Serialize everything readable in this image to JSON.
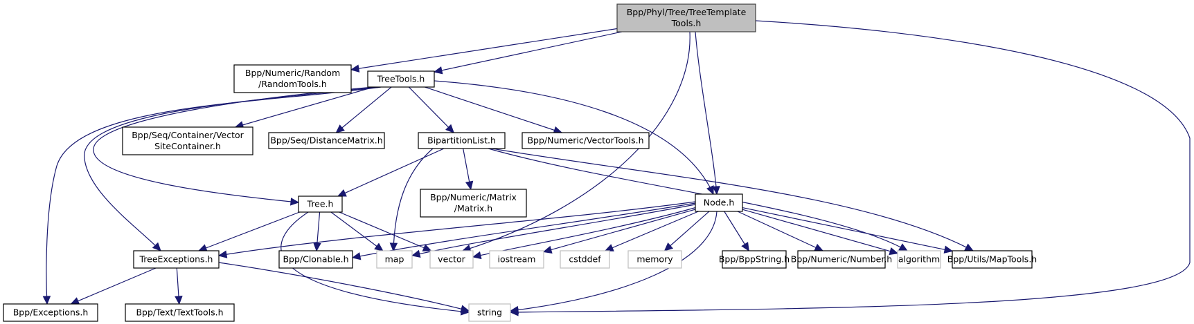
{
  "title": "Bpp/Phyl/Tree/TreeTemplateTools.h include dependency graph",
  "colors": {
    "edge": "#191970",
    "root_fill": "#bfbfbf",
    "node_border": "#000000",
    "system_node_border": "#bfbfbf"
  },
  "nodes": [
    {
      "id": "root",
      "lines": [
        "Bpp/Phyl/Tree/TreeTemplate",
        "Tools.h"
      ],
      "kind": "root"
    },
    {
      "id": "randomtools",
      "lines": [
        "Bpp/Numeric/Random",
        "/RandomTools.h"
      ],
      "kind": "file"
    },
    {
      "id": "treetools",
      "lines": [
        "TreeTools.h"
      ],
      "kind": "file"
    },
    {
      "id": "vectorsitecontainer",
      "lines": [
        "Bpp/Seq/Container/Vector",
        "SiteContainer.h"
      ],
      "kind": "file"
    },
    {
      "id": "distancematrix",
      "lines": [
        "Bpp/Seq/DistanceMatrix.h"
      ],
      "kind": "file"
    },
    {
      "id": "bipartitionlist",
      "lines": [
        "BipartitionList.h"
      ],
      "kind": "file"
    },
    {
      "id": "vectortools",
      "lines": [
        "Bpp/Numeric/VectorTools.h"
      ],
      "kind": "file"
    },
    {
      "id": "tree",
      "lines": [
        "Tree.h"
      ],
      "kind": "file"
    },
    {
      "id": "matrix",
      "lines": [
        "Bpp/Numeric/Matrix",
        "/Matrix.h"
      ],
      "kind": "file"
    },
    {
      "id": "node",
      "lines": [
        "Node.h"
      ],
      "kind": "file"
    },
    {
      "id": "treeexceptions",
      "lines": [
        "TreeExceptions.h"
      ],
      "kind": "file"
    },
    {
      "id": "clonable",
      "lines": [
        "Bpp/Clonable.h"
      ],
      "kind": "file"
    },
    {
      "id": "map",
      "lines": [
        "map"
      ],
      "kind": "system"
    },
    {
      "id": "vector",
      "lines": [
        "vector"
      ],
      "kind": "system"
    },
    {
      "id": "iostream",
      "lines": [
        "iostream"
      ],
      "kind": "system"
    },
    {
      "id": "cstddef",
      "lines": [
        "cstddef"
      ],
      "kind": "system"
    },
    {
      "id": "memory",
      "lines": [
        "memory"
      ],
      "kind": "system"
    },
    {
      "id": "bppstring",
      "lines": [
        "Bpp/BppString.h"
      ],
      "kind": "file"
    },
    {
      "id": "number",
      "lines": [
        "Bpp/Numeric/Number.h"
      ],
      "kind": "file"
    },
    {
      "id": "algorithm",
      "lines": [
        "algorithm"
      ],
      "kind": "system"
    },
    {
      "id": "maptools",
      "lines": [
        "Bpp/Utils/MapTools.h"
      ],
      "kind": "file"
    },
    {
      "id": "exceptions",
      "lines": [
        "Bpp/Exceptions.h"
      ],
      "kind": "file"
    },
    {
      "id": "texttools",
      "lines": [
        "Bpp/Text/TextTools.h"
      ],
      "kind": "file"
    },
    {
      "id": "string",
      "lines": [
        "string"
      ],
      "kind": "system"
    }
  ],
  "edges": [
    {
      "from": "root",
      "to": "randomtools"
    },
    {
      "from": "root",
      "to": "treetools"
    },
    {
      "from": "root",
      "to": "node"
    },
    {
      "from": "root",
      "to": "vector"
    },
    {
      "from": "root",
      "to": "string"
    },
    {
      "from": "treetools",
      "to": "vectorsitecontainer"
    },
    {
      "from": "treetools",
      "to": "distancematrix"
    },
    {
      "from": "treetools",
      "to": "bipartitionlist"
    },
    {
      "from": "treetools",
      "to": "vectortools"
    },
    {
      "from": "treetools",
      "to": "tree"
    },
    {
      "from": "treetools",
      "to": "node"
    },
    {
      "from": "treetools",
      "to": "treeexceptions"
    },
    {
      "from": "treetools",
      "to": "exceptions"
    },
    {
      "from": "bipartitionlist",
      "to": "tree"
    },
    {
      "from": "bipartitionlist",
      "to": "matrix"
    },
    {
      "from": "bipartitionlist",
      "to": "map"
    },
    {
      "from": "bipartitionlist",
      "to": "algorithm"
    },
    {
      "from": "bipartitionlist",
      "to": "maptools"
    },
    {
      "from": "tree",
      "to": "treeexceptions"
    },
    {
      "from": "tree",
      "to": "clonable"
    },
    {
      "from": "tree",
      "to": "map"
    },
    {
      "from": "tree",
      "to": "vector"
    },
    {
      "from": "tree",
      "to": "string"
    },
    {
      "from": "node",
      "to": "treeexceptions"
    },
    {
      "from": "node",
      "to": "clonable"
    },
    {
      "from": "node",
      "to": "map"
    },
    {
      "from": "node",
      "to": "vector"
    },
    {
      "from": "node",
      "to": "iostream"
    },
    {
      "from": "node",
      "to": "cstddef"
    },
    {
      "from": "node",
      "to": "memory"
    },
    {
      "from": "node",
      "to": "bppstring"
    },
    {
      "from": "node",
      "to": "number"
    },
    {
      "from": "node",
      "to": "algorithm"
    },
    {
      "from": "node",
      "to": "maptools"
    },
    {
      "from": "node",
      "to": "string"
    },
    {
      "from": "treeexceptions",
      "to": "exceptions"
    },
    {
      "from": "treeexceptions",
      "to": "texttools"
    },
    {
      "from": "treeexceptions",
      "to": "string"
    }
  ]
}
